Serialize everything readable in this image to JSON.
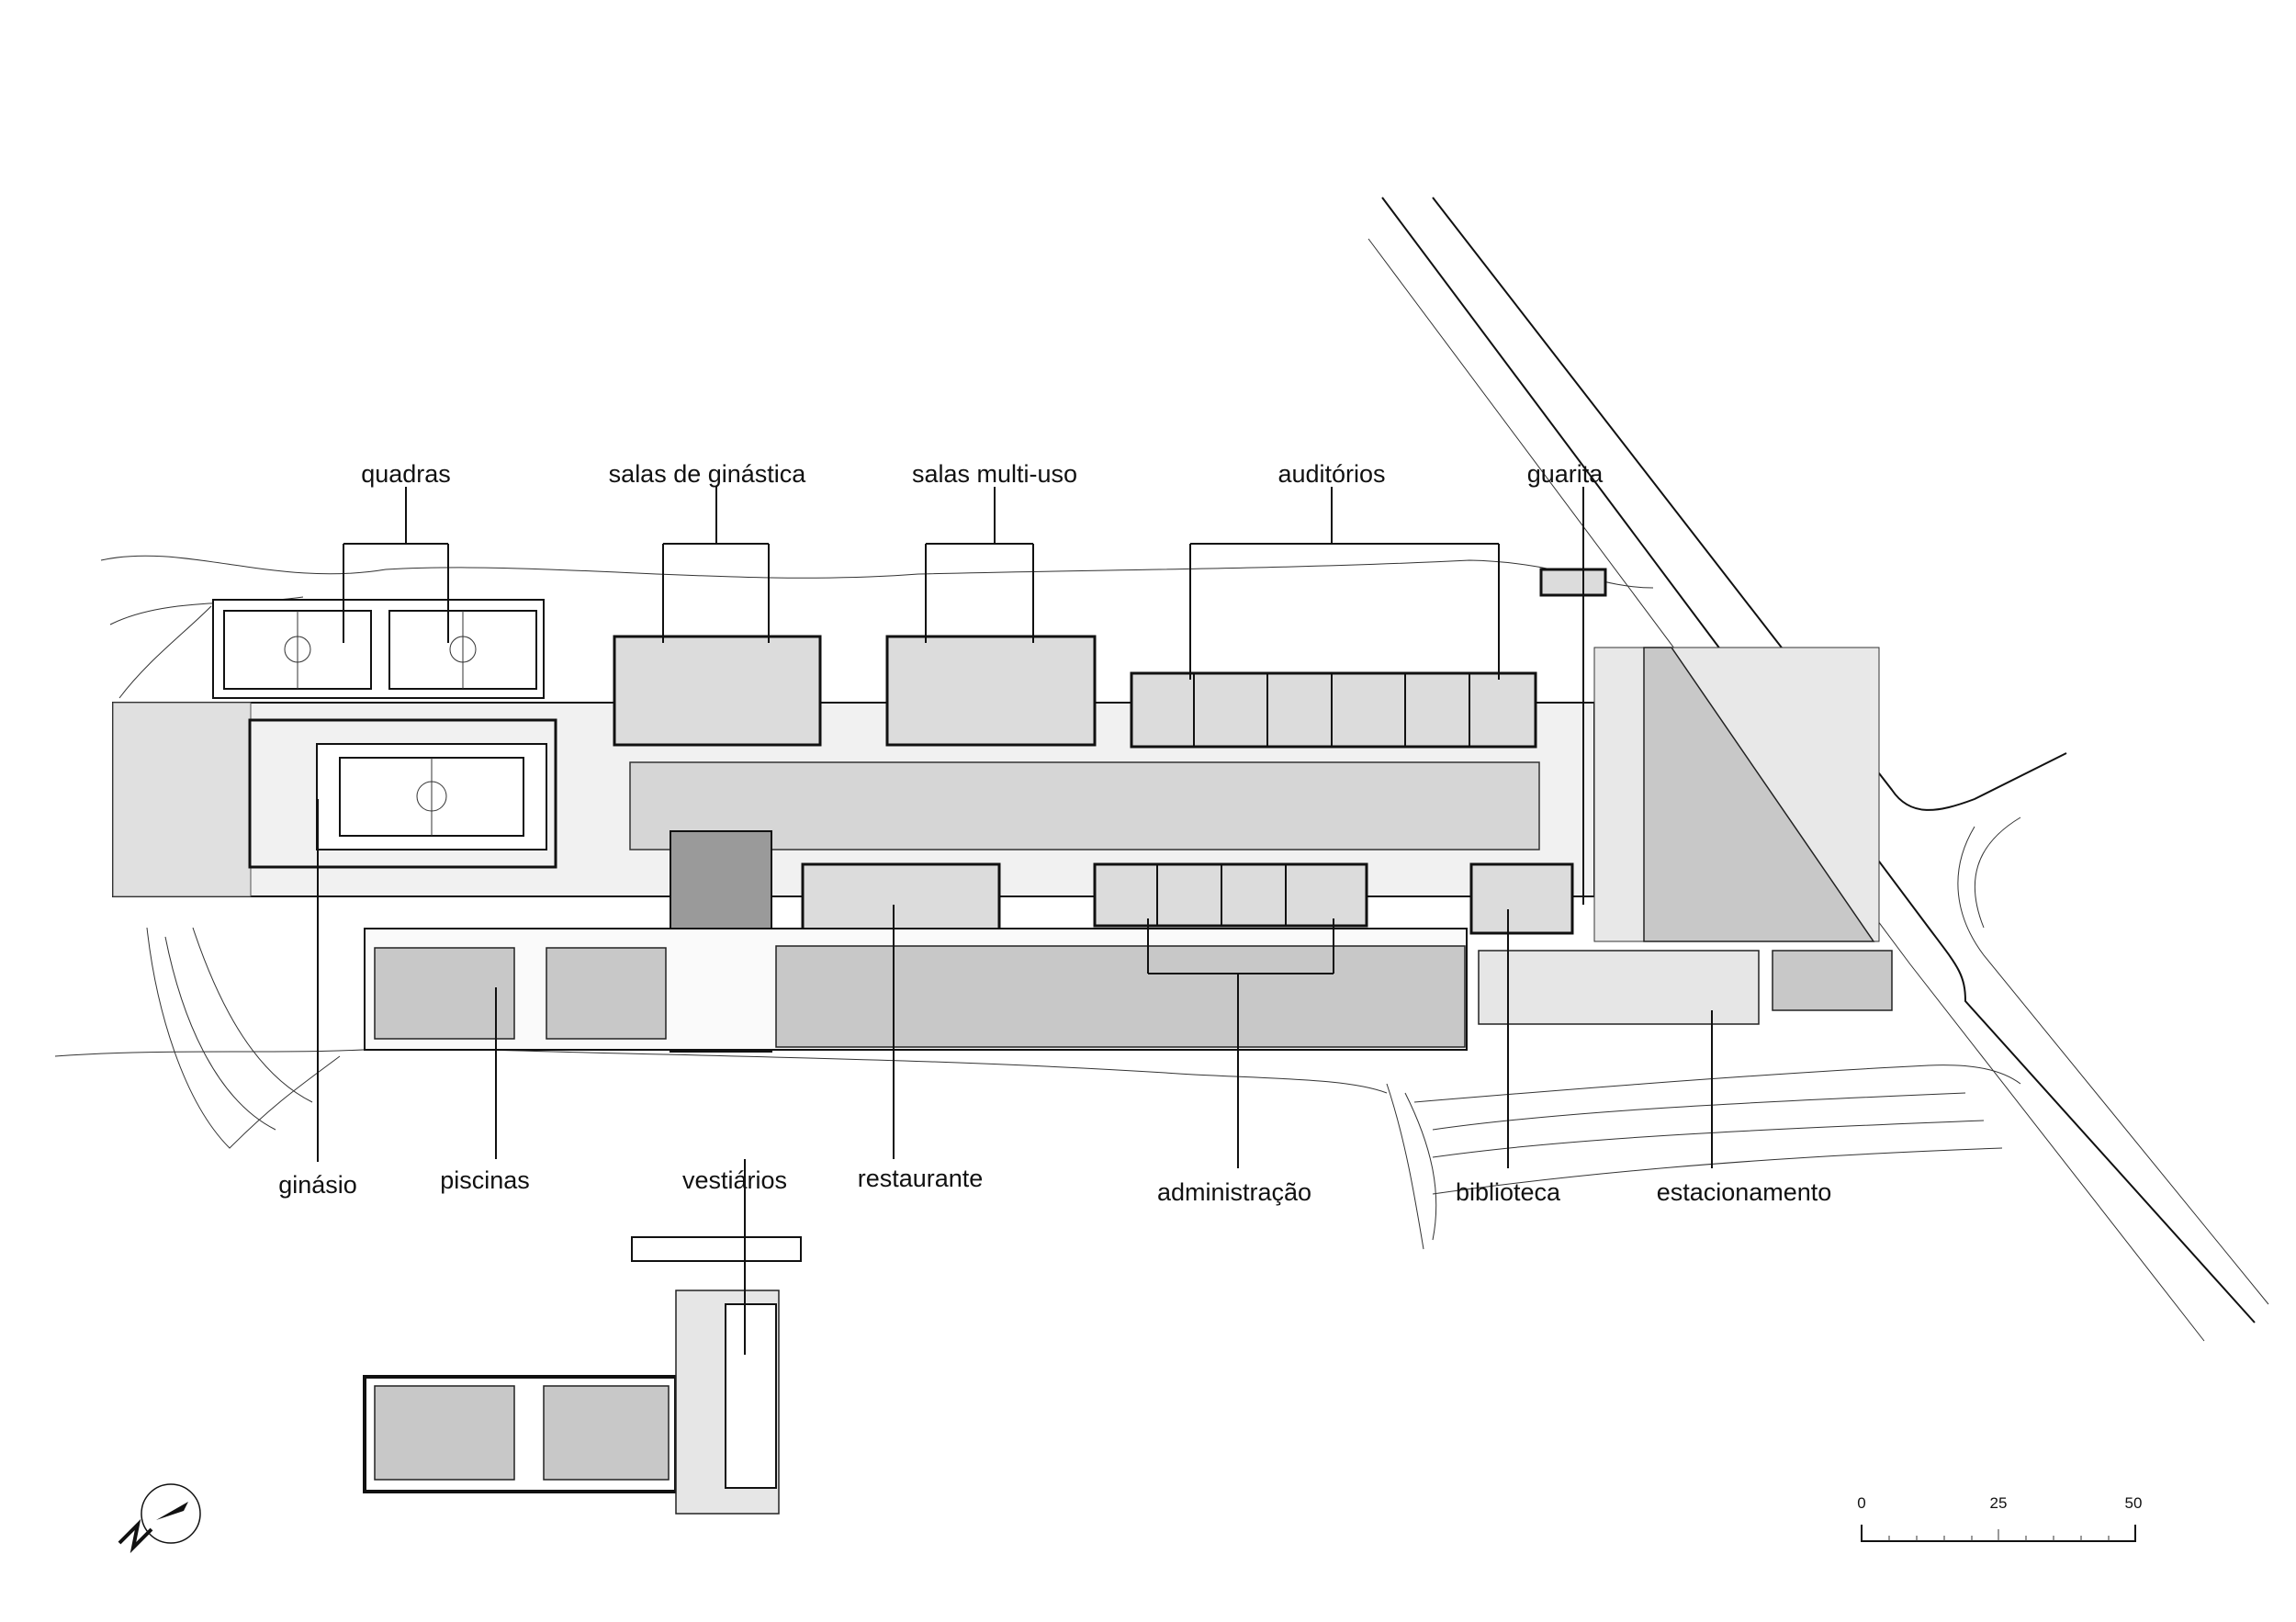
{
  "labels": {
    "quadras": "quadras",
    "salas_ginastica": "salas de ginástica",
    "salas_multiuso": "salas multi-uso",
    "auditorios": "auditórios",
    "guarita": "guarita",
    "ginasio": "ginásio",
    "piscinas": "piscinas",
    "vestiarios": "vestiários",
    "restaurante": "restaurante",
    "administracao": "administração",
    "biblioteca": "biblioteca",
    "estacionamento": "estacionamento"
  },
  "scale_bar": {
    "ticks": [
      "0",
      "25",
      "50"
    ]
  },
  "north_arrow": {
    "icon": "north-arrow-icon",
    "letter": "N"
  }
}
